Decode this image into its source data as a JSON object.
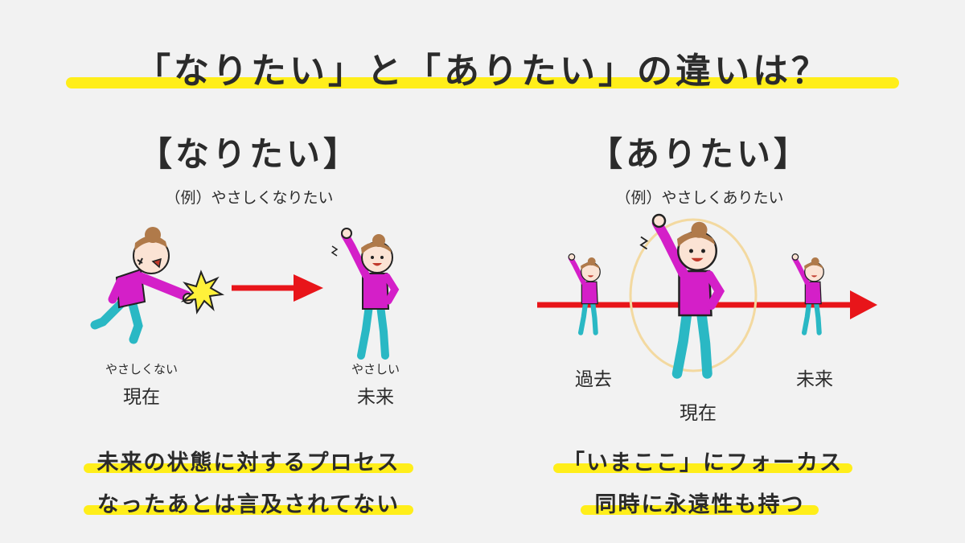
{
  "title": "「なりたい」と「ありたい」の違いは？",
  "left": {
    "heading": "【なりたい】",
    "example": "（例）やさしくなりたい",
    "present_small": "やさしくない",
    "present_label": "現在",
    "future_small": "やさしい",
    "future_label": "未来",
    "line1": "未来の状態に対するプロセス",
    "line2": "なったあとは言及されてない"
  },
  "right": {
    "heading": "【ありたい】",
    "example": "（例）やさしくありたい",
    "past_label": "過去",
    "present_label": "現在",
    "future_label": "未来",
    "line1": "「いまここ」にフォーカス",
    "line2": "同時に永遠性も持つ"
  },
  "colors": {
    "highlight": "#ffee1a",
    "arrow": "#e8151a",
    "shirt": "#d41fc8",
    "pants": "#2ab8c4",
    "circle": "#f3d9a0"
  }
}
